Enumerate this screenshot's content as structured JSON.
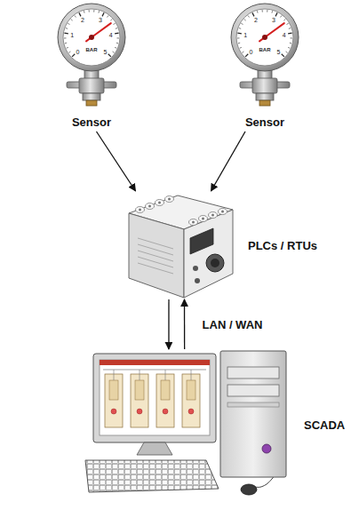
{
  "diagram": {
    "nodes": [
      {
        "text": [
          "Sensor"
        ]
      },
      {
        "text": [
          "Sensor"
        ]
      },
      {
        "text": [
          "PLCs / RTUs"
        ]
      },
      {
        "text": [
          "SCADA"
        ]
      }
    ],
    "edges": [
      {
        "from": 0,
        "to": 2,
        "arrow": "to"
      },
      {
        "from": 1,
        "to": 2,
        "arrow": "to"
      },
      {
        "from": 2,
        "to": 3,
        "arrow": "to"
      },
      {
        "from": 3,
        "to": 2,
        "arrow": "to",
        "label": "LAN / WAN"
      }
    ],
    "labels": [
      "0",
      "1",
      "2",
      "3",
      "4",
      "5",
      "BAR",
      "0",
      "1",
      "2",
      "3",
      "4",
      "5",
      "BAR"
    ]
  }
}
